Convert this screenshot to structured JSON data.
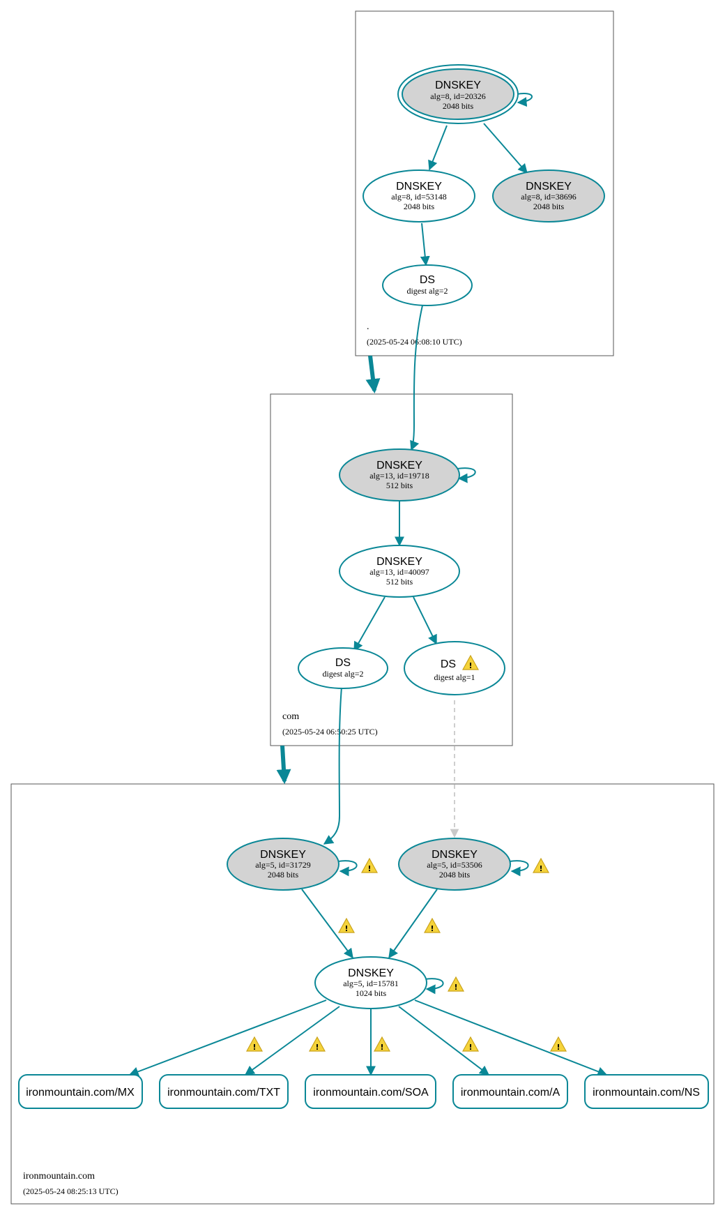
{
  "zones": {
    "root": {
      "name": ".",
      "timestamp": "(2025-05-24 06:08:10 UTC)"
    },
    "com": {
      "name": "com",
      "timestamp": "(2025-05-24 06:50:25 UTC)"
    },
    "iron": {
      "name": "ironmountain.com",
      "timestamp": "(2025-05-24 08:25:13 UTC)"
    }
  },
  "nodes": {
    "root_ksk": {
      "type": "DNSKEY",
      "line1": "alg=8, id=20326",
      "line2": "2048 bits"
    },
    "root_zsk": {
      "type": "DNSKEY",
      "line1": "alg=8, id=53148",
      "line2": "2048 bits"
    },
    "root_key3": {
      "type": "DNSKEY",
      "line1": "alg=8, id=38696",
      "line2": "2048 bits"
    },
    "root_ds": {
      "type": "DS",
      "line1": "digest alg=2"
    },
    "com_ksk": {
      "type": "DNSKEY",
      "line1": "alg=13, id=19718",
      "line2": "512 bits"
    },
    "com_zsk": {
      "type": "DNSKEY",
      "line1": "alg=13, id=40097",
      "line2": "512 bits"
    },
    "com_ds2": {
      "type": "DS",
      "line1": "digest alg=2"
    },
    "com_ds1": {
      "type": "DS",
      "line1": "digest alg=1"
    },
    "iron_ksk1": {
      "type": "DNSKEY",
      "line1": "alg=5, id=31729",
      "line2": "2048 bits"
    },
    "iron_ksk2": {
      "type": "DNSKEY",
      "line1": "alg=5, id=53506",
      "line2": "2048 bits"
    },
    "iron_zsk": {
      "type": "DNSKEY",
      "line1": "alg=5, id=15781",
      "line2": "1024 bits"
    }
  },
  "rrsets": [
    {
      "label": "ironmountain.com/MX"
    },
    {
      "label": "ironmountain.com/TXT"
    },
    {
      "label": "ironmountain.com/SOA"
    },
    {
      "label": "ironmountain.com/A"
    },
    {
      "label": "ironmountain.com/NS"
    }
  ],
  "colors": {
    "edge": "#0a8796",
    "secure_entry_fill": "#d3d3d3",
    "warning": "#f5d33b",
    "insecure_edge": "#c9c9c9"
  }
}
